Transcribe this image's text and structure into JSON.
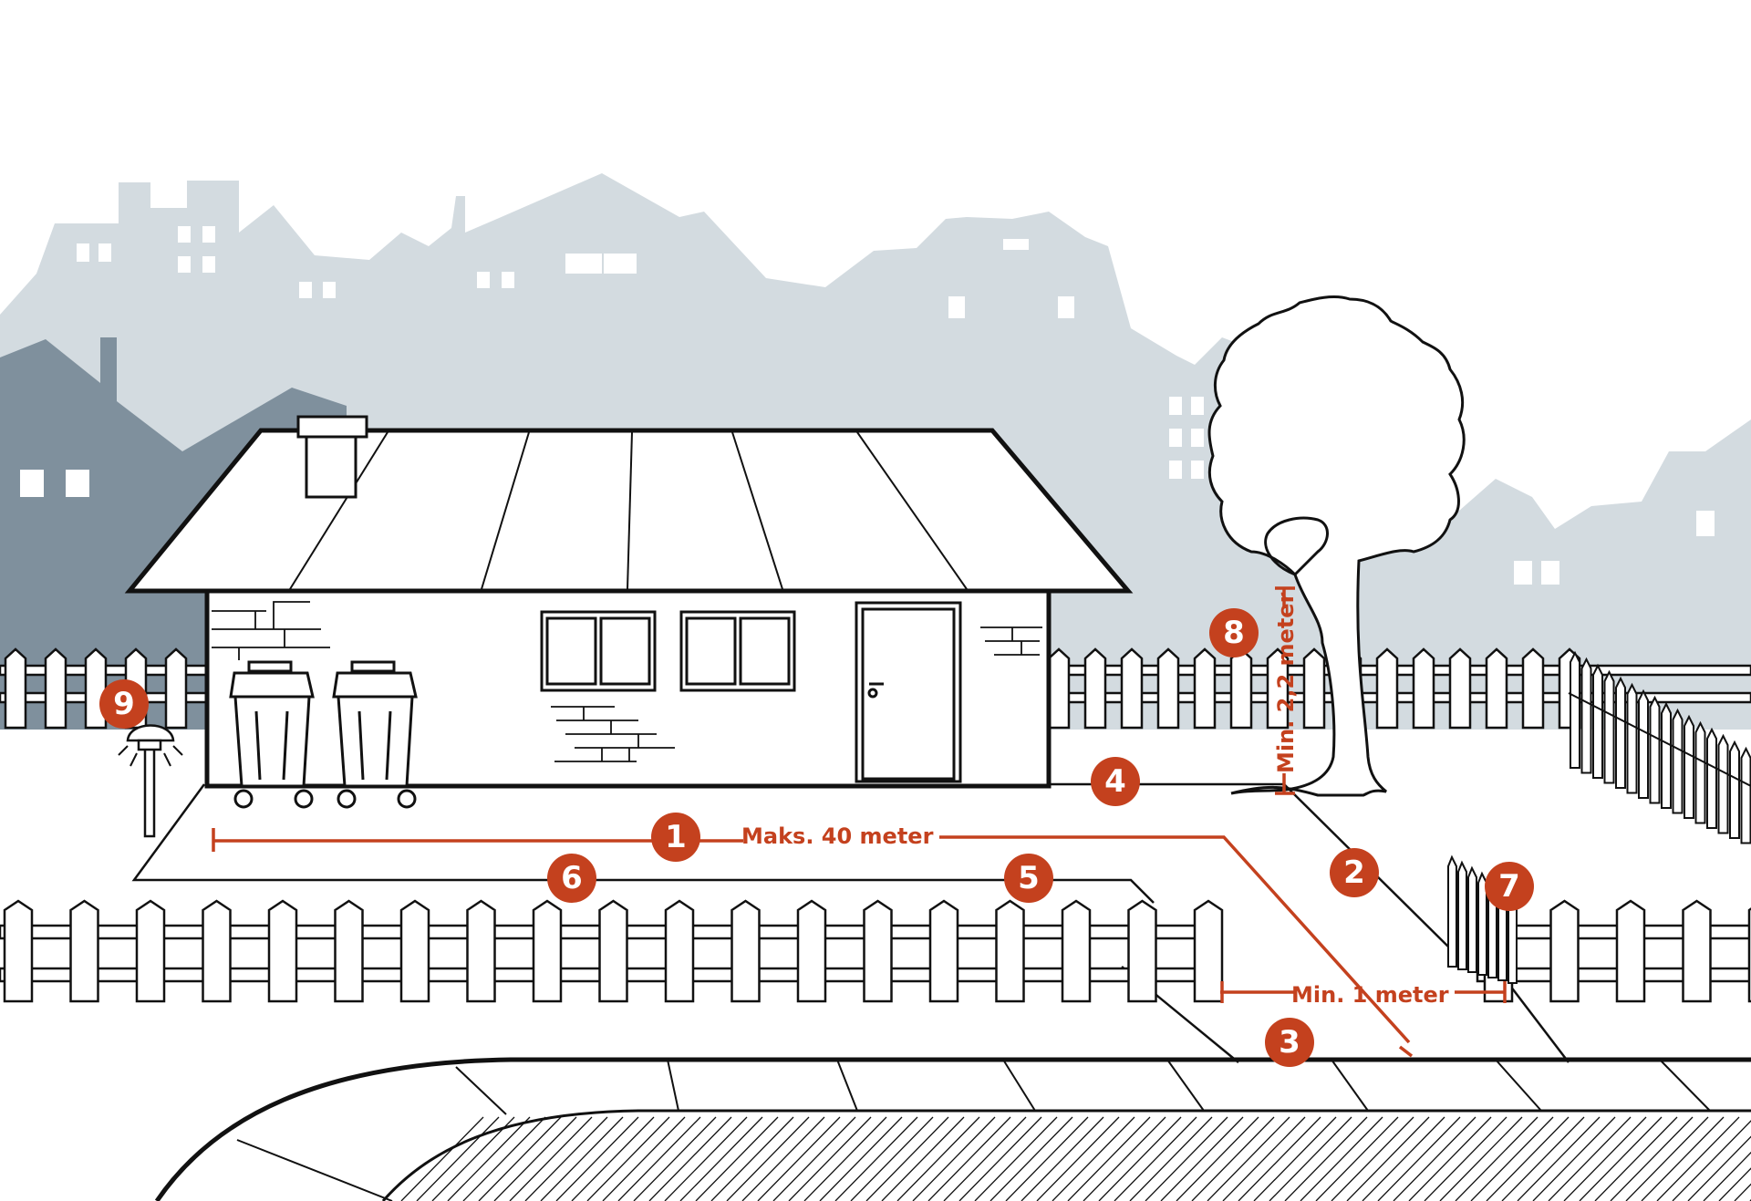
{
  "colors": {
    "accent": "#c4411e",
    "skyline_light": "#d3dbe0",
    "skyline_dark": "#7f909d",
    "line": "#111111",
    "paper": "#ffffff"
  },
  "badges": [
    {
      "id": "1",
      "label": "1"
    },
    {
      "id": "2",
      "label": "2"
    },
    {
      "id": "3",
      "label": "3"
    },
    {
      "id": "4",
      "label": "4"
    },
    {
      "id": "5",
      "label": "5"
    },
    {
      "id": "6",
      "label": "6"
    },
    {
      "id": "7",
      "label": "7"
    },
    {
      "id": "8",
      "label": "8"
    },
    {
      "id": "9",
      "label": "9"
    }
  ],
  "measurements": {
    "max_distance": "Maks. 40 meter",
    "min_width": "Min. 1 meter",
    "min_height": "Min. 2,2 meter"
  },
  "icons": [
    "house-icon",
    "waste-bin-icon",
    "tree-icon",
    "fence-icon",
    "garden-lamp-icon",
    "gate-icon"
  ]
}
